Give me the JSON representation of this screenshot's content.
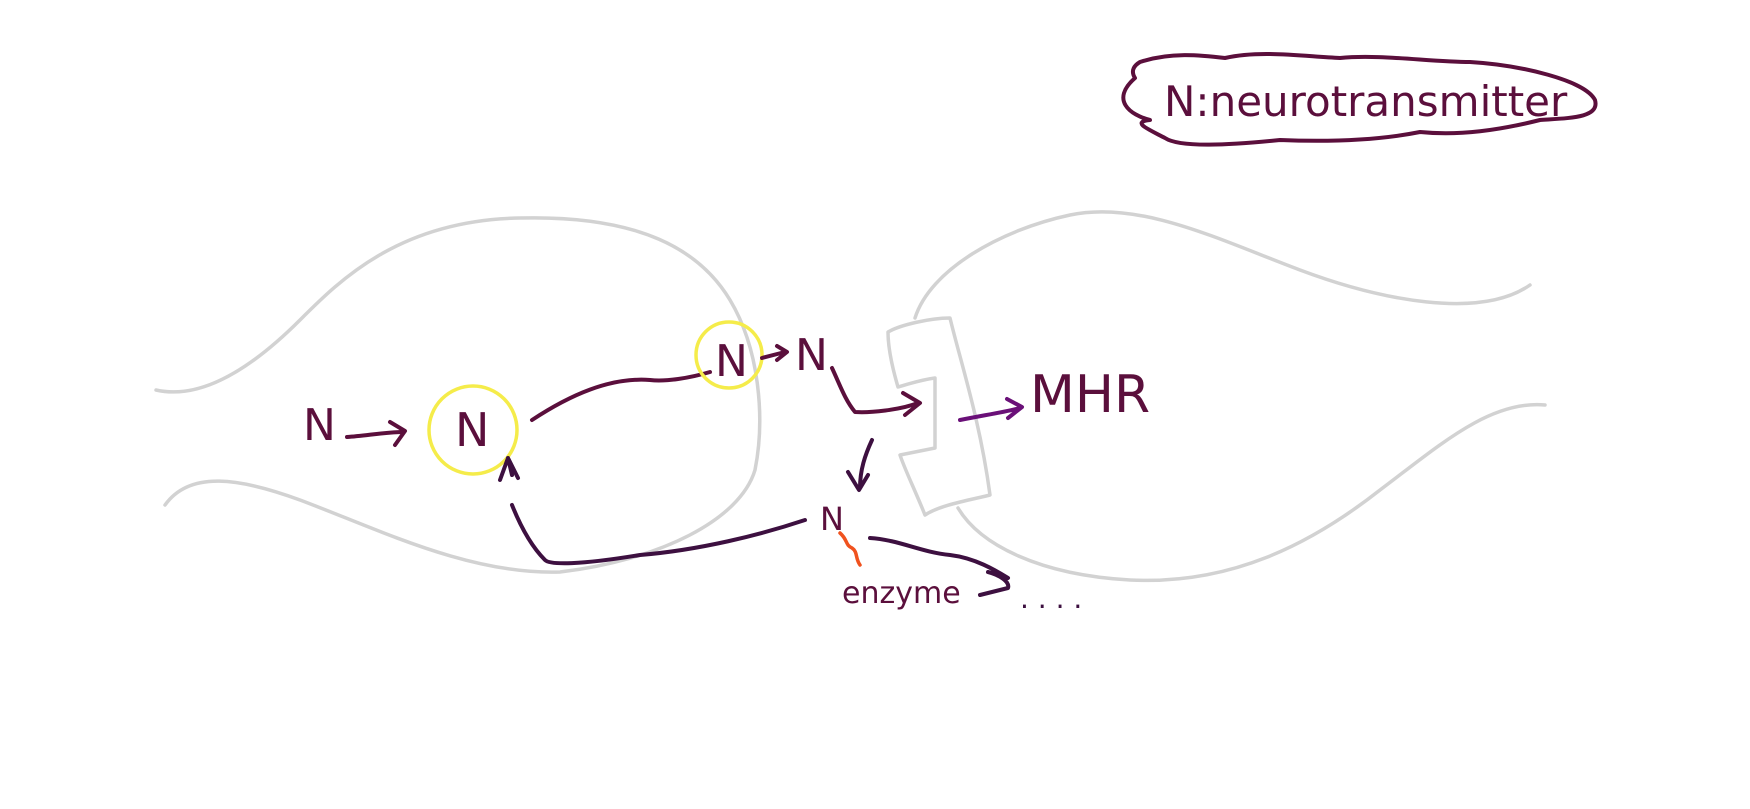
{
  "legend": {
    "text": "N:neurotransmitter"
  },
  "labels": {
    "n_incoming": "N",
    "n_vesicle": "N",
    "n_release": "N",
    "n_released": "N",
    "n_cleft": "N",
    "receptor_output": "MHR",
    "enzyme": "enzyme",
    "ellipsis": ". . . ."
  },
  "colors": {
    "ink": "#5b0f3c",
    "ink_dark": "#3d1040",
    "purple": "#6a1078",
    "highlight": "#f5ec4a",
    "enzyme": "#f0521e",
    "outline": "#d2d2d2"
  }
}
